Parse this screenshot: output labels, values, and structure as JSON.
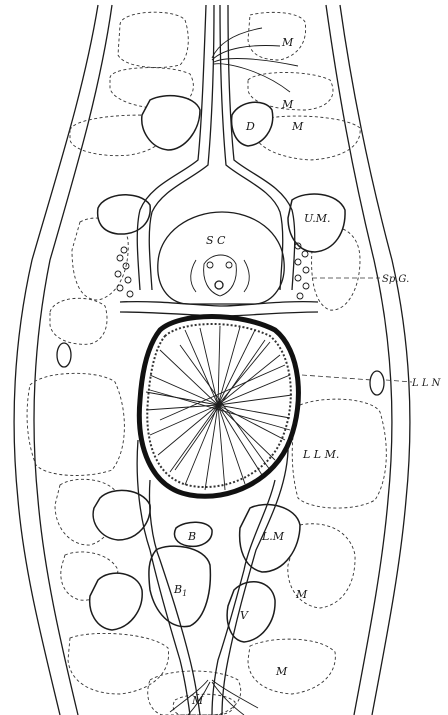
{
  "labels": {
    "m_top1": "M",
    "m_top2": "M",
    "m_top3": "M",
    "d": "D",
    "um": "U.M.",
    "sc": "S C",
    "spg": "Sp.G.",
    "lln": "L L N",
    "llm": "L L M.",
    "lm": "L.M",
    "b": "B",
    "b1": "B",
    "b1_sub": "1",
    "m_right_low": "M",
    "v": "V",
    "m_bottom_right": "M",
    "m_bottom": "M"
  }
}
